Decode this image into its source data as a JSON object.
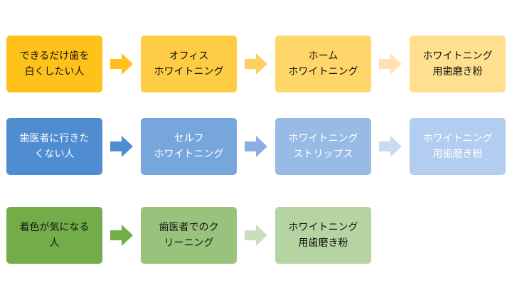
{
  "rows": [
    {
      "theme": "orange",
      "boxes": [
        {
          "text": "できるだけ歯を\n白くしたい人",
          "bg": "#ffc21a"
        },
        {
          "text": "オフィス\nホワイトニング",
          "bg": "#ffcc45"
        },
        {
          "text": "ホーム\nホワイトニング",
          "bg": "#ffd66a"
        },
        {
          "text": "ホワイトニング\n用歯磨き粉",
          "bg": "#ffe08e"
        }
      ],
      "arrow_colors": [
        "#ffc21a",
        "#ffd061",
        "#ffe3b3"
      ]
    },
    {
      "theme": "blue",
      "boxes": [
        {
          "text": "歯医者に行きた\nくない人",
          "bg": "#4f8cd0"
        },
        {
          "text": "セルフ\nホワイトニング",
          "bg": "#77a6dd"
        },
        {
          "text": "ホワイトニング\nストリップス",
          "bg": "#98bbe6"
        },
        {
          "text": "ホワイトニング\n用歯磨き粉",
          "bg": "#b2cdef"
        }
      ],
      "arrow_colors": [
        "#4f8cd0",
        "#8aafe0",
        "#c8dbf3"
      ]
    },
    {
      "theme": "green",
      "boxes": [
        {
          "text": "着色が気になる\n人",
          "bg": "#72ad4a"
        },
        {
          "text": "歯医者でのク\nリーニング",
          "bg": "#99c27c"
        },
        {
          "text": "ホワイトニング\n用歯磨き粉",
          "bg": "#b6d4a1"
        }
      ],
      "arrow_colors": [
        "#72ad4a",
        "#c9dfbb"
      ]
    }
  ]
}
